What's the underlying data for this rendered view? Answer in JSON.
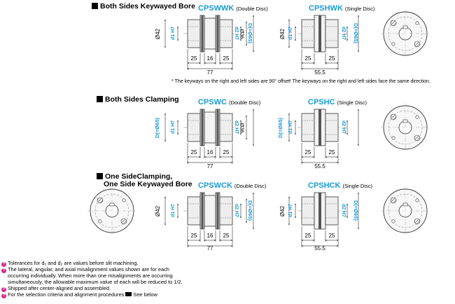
{
  "sections": [
    {
      "title": "Both Sides Keywayed Bore"
    },
    {
      "title": "Both Sides Clamping"
    },
    {
      "title_line1": "One SideClamping,",
      "title_line2": "One Side Keywayed Bore"
    }
  ],
  "codes": [
    {
      "code": "CPSWWK",
      "sub": "(Double Disc)"
    },
    {
      "code": "CPSHWK",
      "sub": "(Single Disc)"
    },
    {
      "code": "CPSWC",
      "sub": "(Double Disc)"
    },
    {
      "code": "CPSHC",
      "sub": "(Single Disc)"
    },
    {
      "code": "CPSWCK",
      "sub": "(Double Disc)"
    },
    {
      "code": "CPSHCK",
      "sub": "(Single Disc)"
    }
  ],
  "notes": {
    "double": "* The keyways on the right and left sides are 90° offset.",
    "single": "* The keyways on the right and left sides face the same direction."
  },
  "dims": {
    "d42": "Ø42",
    "d1h7": "d1 H7",
    "d2h7": "d2 H7",
    "d36": "Ø36",
    "D65": "D(=Ø65)",
    "n25": "25",
    "n16": "16",
    "n77": "77",
    "n555": "55.5"
  },
  "footnotes": [
    "Tolerances for d₁ and d₂ are values before slit machining.",
    "The lateral, angular, and axial misalignment values shown are for each",
    "occurring individually. When more than one misalignments are occurring",
    "simultaneously, the allowable maximum value of each will be reduced to 1/2.",
    "Shipped after center-aligned and assembled.",
    "For the selection criteria and alignment procedures",
    "See below"
  ],
  "colors": {
    "accent": "#1a9ad6",
    "icon": "#d6288c"
  }
}
